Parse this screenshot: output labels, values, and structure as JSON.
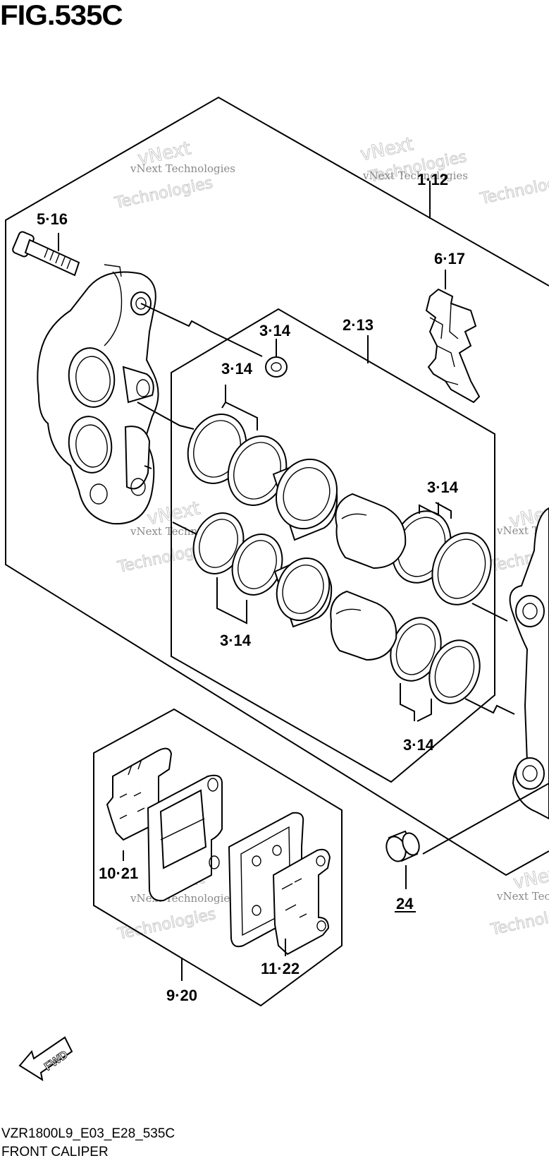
{
  "figure_title": "FIG.535C",
  "model_code": "VZR1800L9_E03_E28_535C",
  "section_name": "FRONT CALIPER",
  "callouts": {
    "c1": "1·12",
    "c2": "2·13",
    "c3a": "3·14",
    "c3b": "3·14",
    "c3c": "3·14",
    "c3d": "3·14",
    "c3e": "3·14",
    "c5": "5·16",
    "c6": "6·17",
    "c9": "9·20",
    "c10": "10·21",
    "c11": "11·22",
    "c24": "24"
  },
  "direction_marker": "FWD",
  "watermark": {
    "line1": "vNext Technologies",
    "line2": "vNext",
    "line3": "Technologies"
  }
}
